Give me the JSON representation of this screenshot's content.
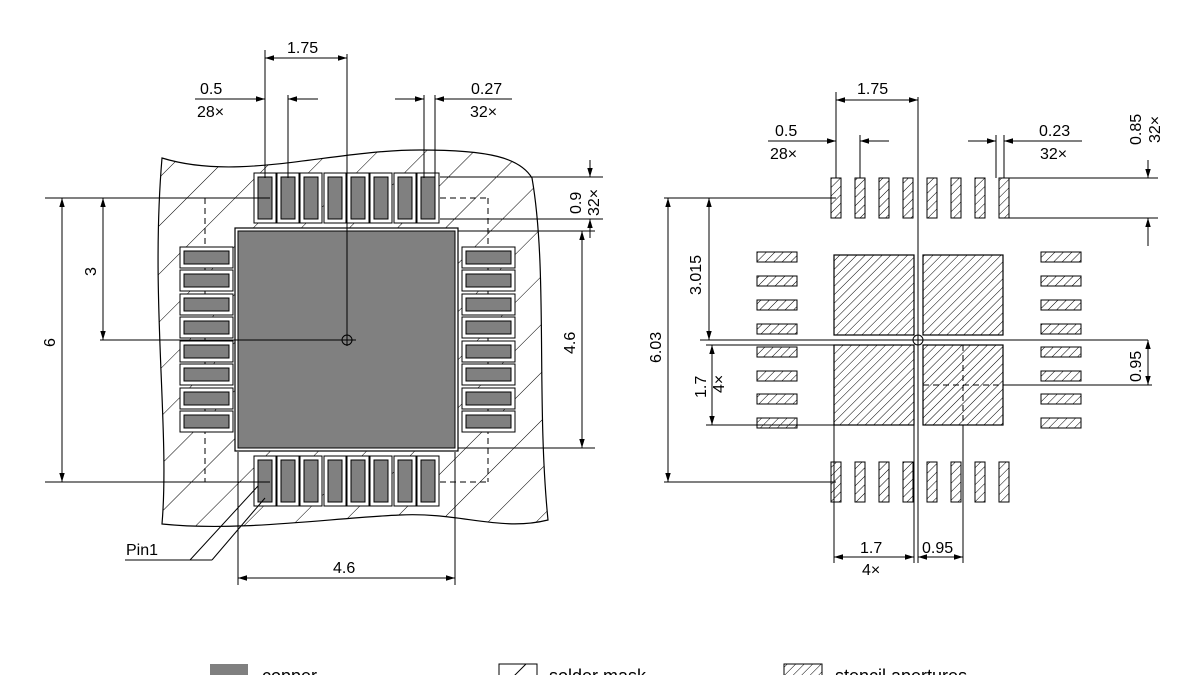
{
  "left_view": {
    "dimensions": {
      "center_pitch_top": "1.75",
      "pitch_value": "0.5",
      "pitch_count": "28×",
      "pad_width_value": "0.27",
      "pad_width_count": "32×",
      "pad_length_value": "0.9",
      "pad_length_count": "32×",
      "half_height": "3",
      "overall_height": "6",
      "ep_height": "4.6",
      "ep_width": "4.6"
    },
    "pin1_label": "Pin1"
  },
  "right_view": {
    "dimensions": {
      "center_pitch_top": "1.75",
      "pitch_value": "0.5",
      "pitch_count": "28×",
      "aperture_width_value": "0.23",
      "aperture_width_count": "32×",
      "aperture_length_value": "0.85",
      "aperture_length_count": "32×",
      "half_height": "3.015",
      "overall_height": "6.03",
      "window_size_v_value": "1.7",
      "window_size_v_count": "4×",
      "window_gap_v": "0.95",
      "window_size_h_value": "1.7",
      "window_size_h_count": "4×",
      "window_gap_h": "0.95"
    }
  },
  "legend": {
    "copper": "copper",
    "solder_mask": "solder mask",
    "stencil": "stencil apertures"
  },
  "colors": {
    "copper_fill": "#808080",
    "line": "#000000"
  }
}
